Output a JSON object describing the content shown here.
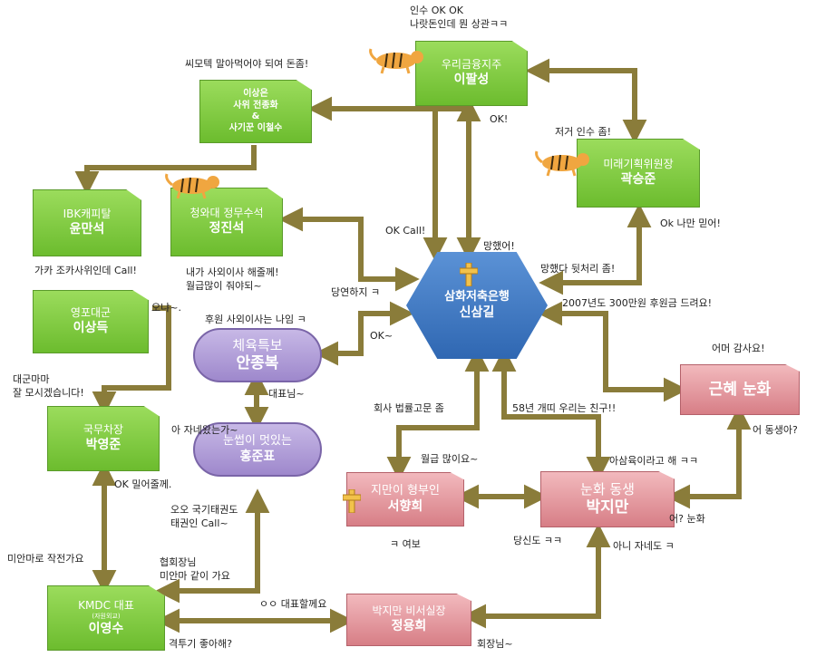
{
  "nodes": {
    "wooribank": {
      "sub": "우리금융지주",
      "main": "이팔성"
    },
    "sangeun": {
      "lines": [
        "이상은",
        "사위 전종화",
        "&",
        "사기꾼 이철수"
      ]
    },
    "mirae": {
      "sub": "미래기획위원장",
      "main": "곽승준"
    },
    "ibk": {
      "sub": "IBK캐피탈",
      "main": "윤만석"
    },
    "cheongwadae": {
      "sub": "청와대 정무수석",
      "main": "정진석"
    },
    "yeongpo": {
      "sub": "영포대군",
      "main": "이상득"
    },
    "center": {
      "sub": "삼화저축은행",
      "main": "신삼길"
    },
    "sports": {
      "sub": "체육특보",
      "main": "안종복"
    },
    "eyebrow": {
      "sub": "눈썹이 멋있는",
      "main": "홍준표"
    },
    "geunhye": {
      "main": "근혜 눈화"
    },
    "gukmu": {
      "sub": "국무차장",
      "main": "박영준"
    },
    "jimani": {
      "sub": "지만이 형부인",
      "main": "서향희"
    },
    "sibling": {
      "sub": "눈화 동생",
      "main": "박지만"
    },
    "kmdc": {
      "sub": "KMDC 대표",
      "small": "(자원외교)",
      "main": "이영수"
    },
    "secretary": {
      "sub": "박지만 비서실장",
      "main": "정용희"
    }
  },
  "labels": {
    "takeover": [
      "인수 OK OK",
      "나랏돈인데 뭔 상관ㅋㅋ"
    ],
    "cement": "씨모텍 말아먹어야 되여 돈좀!",
    "ok1": "OK!",
    "takeover_please": "저거 인수 좀!",
    "ok_call": "OK Call!",
    "ruined": "망했어!",
    "trust": "Ok 나만 믿어!",
    "bribe": "가카 조카사위인데 Call!",
    "son_in_law": [
      "내가 사외이사 해줄께!",
      "월급많이 줘야되~"
    ],
    "of_course": "당연하지 ㅋ",
    "cleanup": "망했다 뒷처리 좀!",
    "donation": "2007년도 300만원 후원금 드려요!",
    "ona": "오냐~.",
    "later_me": "후원 사외이사는 나임 ㅋ",
    "ok2": "OK~",
    "mother": "어머 감사요!",
    "daegun": [
      "대군마마",
      "잘 모시겠습니다!"
    ],
    "ceo": "대표님~",
    "legal": "회사 법률고문 좀",
    "friends": "58년 개띠 우리는 친구!!",
    "came": "아 자네왔는가~",
    "salary": "월급 많이요~",
    "meth": "아삼육이라고 해 ㅋㅋ",
    "brother": "어 동생아?",
    "ok_please": "OK 밀어줄께.",
    "taekwondo": [
      "오오 국기태권도",
      "태권인 Call~"
    ],
    "honey": "ㅋ 여보",
    "you_too": "당신도 ㅋㅋ",
    "noona": "어? 눈화",
    "sorry": "미안마로 작전가요",
    "assoc": [
      "협회장님",
      "미안마 같이 가요"
    ],
    "no_you": "아니 자네도 ㅋ",
    "represent": "ㅇㅇ 대표할께요",
    "fight": "격투기 좋아해?",
    "chairman": "회장님~"
  },
  "colors": {
    "arrow": "#8a7c3a",
    "green": "#7cc441",
    "blue": "#3b74c0",
    "purple": "#b3a3dc",
    "pink": "#e29aa0"
  }
}
